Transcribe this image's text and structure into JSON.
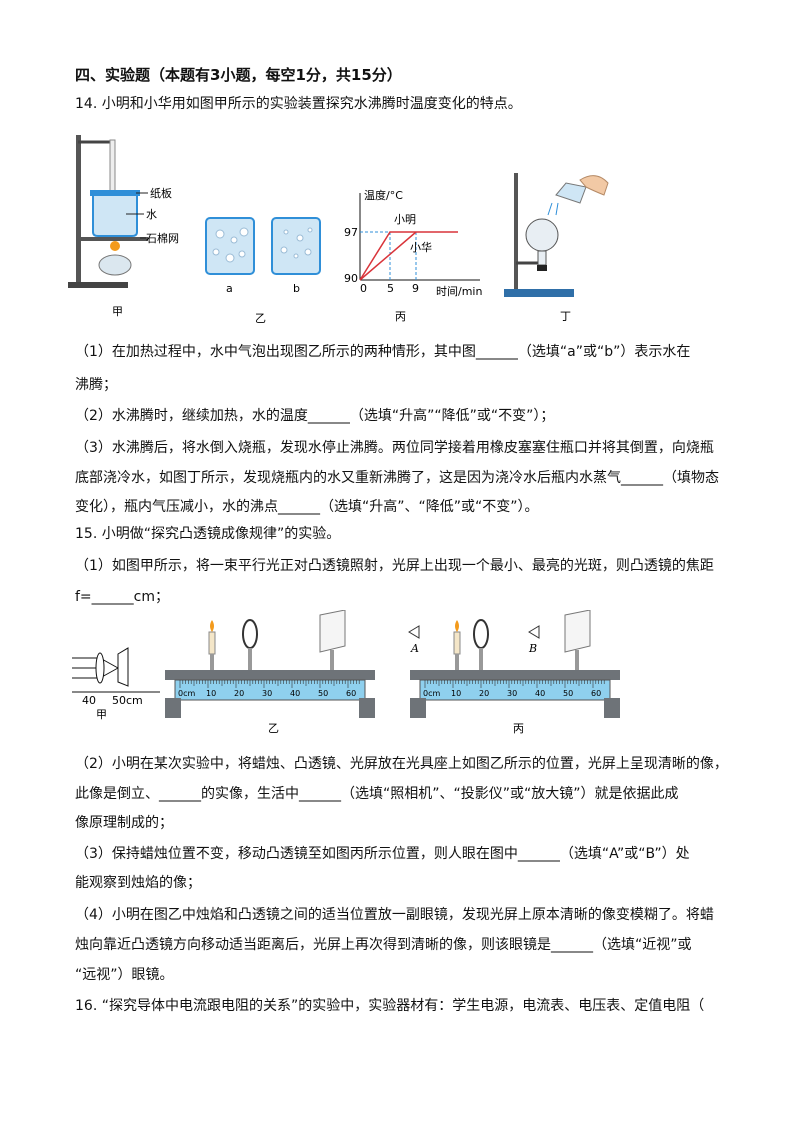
{
  "section_title": "四、实验题（本题有3小题，每空1分，共15分）",
  "q14": {
    "stem": "14. 小明和小华用如图甲所示的实验装置探究水沸腾时温度变化的特点。",
    "fig_jia": {
      "label_paper": "纸板",
      "label_water": "水",
      "label_net": "石棉网",
      "caption": "甲"
    },
    "fig_yi": {
      "label_a": "a",
      "label_b": "b",
      "caption": "乙"
    },
    "fig_bing": {
      "ylabel": "温度/°C",
      "xlabel": "时间/min",
      "y_top": "97",
      "y_bottom": "90",
      "x0": "0",
      "x1": "5",
      "x2": "9",
      "series1": "小明",
      "series2": "小华",
      "caption": "丙"
    },
    "fig_ding": {
      "caption": "丁"
    },
    "p1_l1": "（1）在加热过程中，水中气泡出现图乙所示的两种情形，其中图______（选填“a”或“b”）表示水在",
    "p1_l2": "沸腾；",
    "p2": "（2）水沸腾时，继续加热，水的温度______（选填“升高”“降低”或“不变”）；",
    "p3_l1": "（3）水沸腾后，将水倒入烧瓶，发现水停止沸腾。两位同学接着用橡皮塞塞住瓶口并将其倒置，向烧瓶",
    "p3_l2": "底部浇冷水，如图丁所示，发现烧瓶内的水又重新沸腾了，这是因为浇冷水后瓶内水蒸气______（填物态",
    "p3_l3": "变化），瓶内气压减小，水的沸点______（选填“升高”、“降低”或“不变”）。"
  },
  "q15": {
    "stem": "15. 小明做“探究凸透镜成像规律”的实验。",
    "p1_l1": "（1）如图甲所示，将一束平行光正对凸透镜照射，光屏上出现一个最小、最亮的光斑，则凸透镜的焦距",
    "p1_l2": "f=______cm；",
    "fig_jia": {
      "tick1": "40",
      "tick2": "50cm",
      "caption": "甲"
    },
    "fig_yi": {
      "ticks": [
        "0cm",
        "10",
        "20",
        "30",
        "40",
        "50",
        "60"
      ],
      "caption": "乙"
    },
    "fig_bing": {
      "ticks": [
        "0cm",
        "10",
        "20",
        "30",
        "40",
        "50",
        "60"
      ],
      "eye_a": "A",
      "eye_b": "B",
      "caption": "丙"
    },
    "p2_l1": "（2）小明在某次实验中，将蜡烛、凸透镜、光屏放在光具座上如图乙所示的位置，光屏上呈现清晰的像，",
    "p2_l2": "此像是倒立、______的实像，生活中______（选填“照相机”、“投影仪”或“放大镜”）就是依据此成",
    "p2_l3": "像原理制成的；",
    "p3_l1": "（3）保持蜡烛位置不变，移动凸透镜至如图丙所示位置，则人眼在图中______（选填“A”或“B”）处",
    "p3_l2": "能观察到烛焰的像；",
    "p4_l1": "（4）小明在图乙中烛焰和凸透镜之间的适当位置放一副眼镜，发现光屏上原本清晰的像变模糊了。将蜡",
    "p4_l2": "烛向靠近凸透镜方向移动适当距离后，光屏上再次得到清晰的像，则该眼镜是______（选填“近视”或",
    "p4_l3": "“远视”）眼镜。"
  },
  "q16": {
    "stem": "16. “探究导体中电流跟电阻的关系”的实验中，实验器材有：学生电源，电流表、电压表、定值电阻（"
  },
  "colors": {
    "text": "#111111",
    "water": "#cfe6f5",
    "beaker_blue": "#2f8fd8",
    "ruler": "#8fd0ee",
    "red_line": "#d9343a"
  }
}
